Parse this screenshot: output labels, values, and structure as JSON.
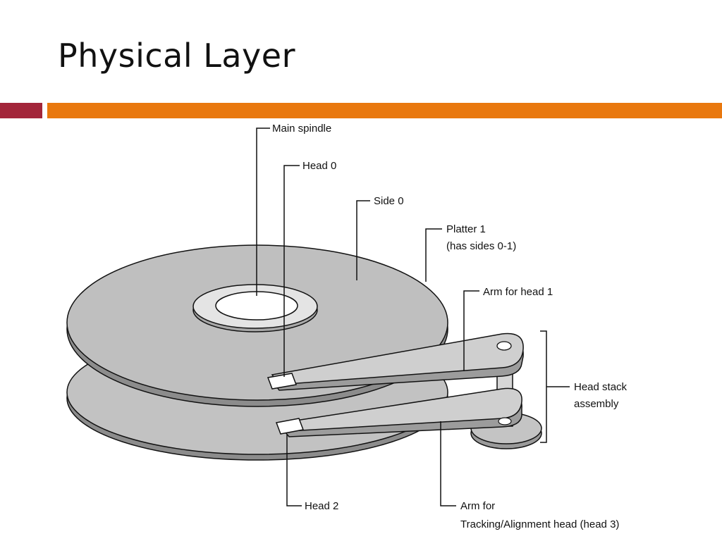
{
  "slide": {
    "title": "Physical Layer"
  },
  "colors": {
    "accent_left": "#a3253a",
    "accent_right": "#e9780e",
    "platter_fill": "#bfbfbf",
    "platter_edge": "#8c8c8c",
    "arm_fill": "#c8c8c8",
    "outline": "#111111"
  },
  "diagram": {
    "labels": {
      "main_spindle": "Main spindle",
      "head_0": "Head 0",
      "side_0": "Side 0",
      "platter_1_line1": "Platter 1",
      "platter_1_line2": "(has sides 0-1)",
      "arm_head_1": "Arm for head 1",
      "head_stack_line1": "Head stack",
      "head_stack_line2": "assembly",
      "head_2": "Head 2",
      "arm_tracking_line1": "Arm for",
      "arm_tracking_line2": "Tracking/Alignment head (head 3)"
    }
  }
}
